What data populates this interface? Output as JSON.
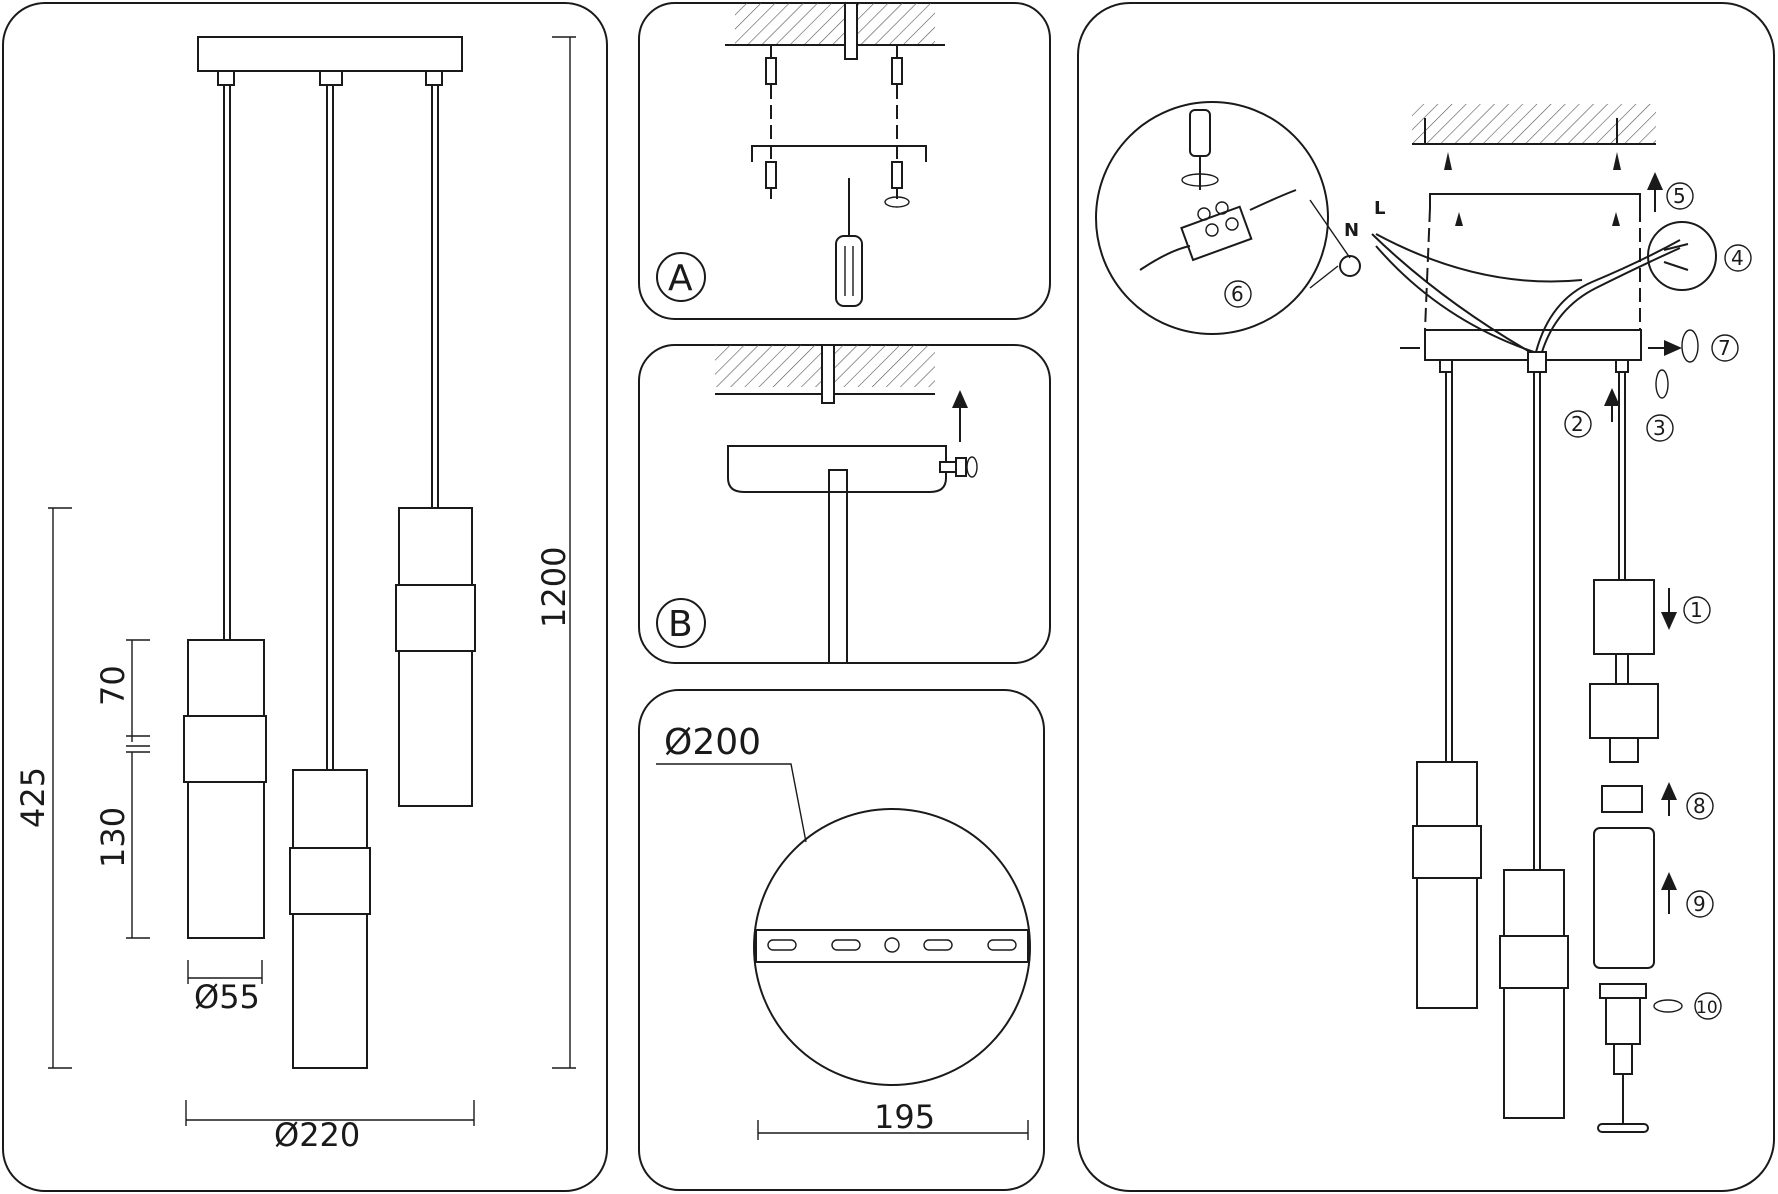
{
  "dimensions": {
    "height_total": "1200",
    "height_group": "425",
    "band_height": "70",
    "lower_height": "130",
    "shade_diameter": "Ø55",
    "canopy_spread": "Ø220"
  },
  "panel_a": {
    "label": "A"
  },
  "panel_b": {
    "label": "B"
  },
  "panel_c": {
    "diameter": "Ø200",
    "width": "195"
  },
  "steps": [
    "1",
    "2",
    "3",
    "4",
    "5",
    "6",
    "7",
    "8",
    "9",
    "10"
  ],
  "wires": {
    "neutral": "N",
    "live": "L"
  }
}
